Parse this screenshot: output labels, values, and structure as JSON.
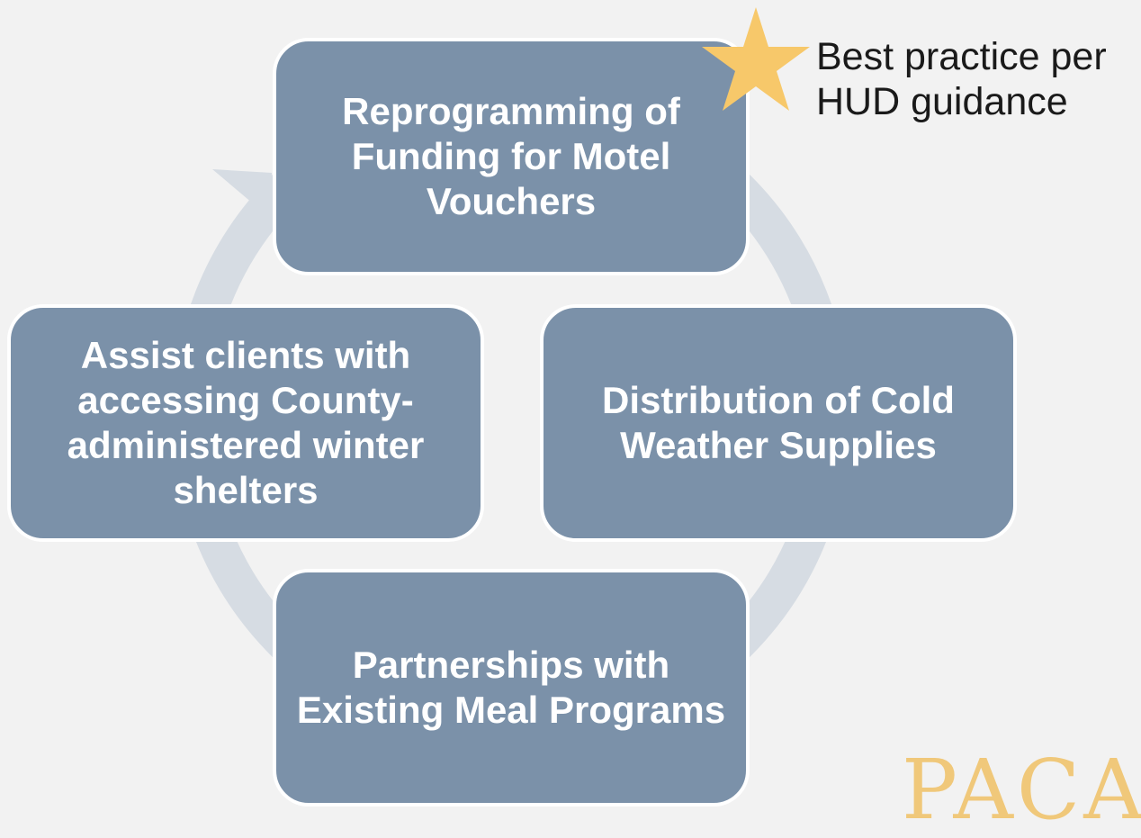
{
  "diagram": {
    "steps": [
      {
        "label": "Reprogramming of Funding for Motel Vouchers"
      },
      {
        "label": "Distribution of Cold Weather Supplies"
      },
      {
        "label": "Partnerships with Existing Meal Programs"
      },
      {
        "label": "Assist clients with accessing County-administered winter shelters"
      }
    ],
    "note": {
      "line1": "Best practice per",
      "line2": "HUD guidance"
    },
    "logo_text": "PACA"
  },
  "colors": {
    "box_fill": "#7b91a9",
    "box_border": "#ffffff",
    "cycle_arrow": "#d6dce3",
    "star": "#f7c86a",
    "background": "#f2f2f2",
    "logo": "#f0c87a"
  },
  "icons": {
    "star": "star-icon"
  }
}
